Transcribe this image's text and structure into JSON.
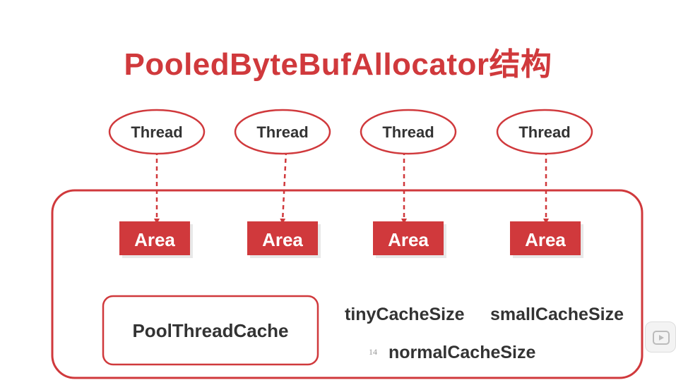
{
  "title": "PooledByteBufAllocator结构",
  "threads": [
    {
      "label": "Thread"
    },
    {
      "label": "Thread"
    },
    {
      "label": "Thread"
    },
    {
      "label": "Thread"
    }
  ],
  "areas": [
    {
      "label": "Area"
    },
    {
      "label": "Area"
    },
    {
      "label": "Area"
    },
    {
      "label": "Area"
    }
  ],
  "pool_thread_cache": "PoolThreadCache",
  "cache_sizes": {
    "tiny": "tinyCacheSize",
    "small": "smallCacheSize",
    "normal": "normalCacheSize"
  },
  "page_number": "14",
  "colors": {
    "accent": "#d0393c",
    "text": "#333333"
  },
  "icons": [
    "play-icon"
  ]
}
